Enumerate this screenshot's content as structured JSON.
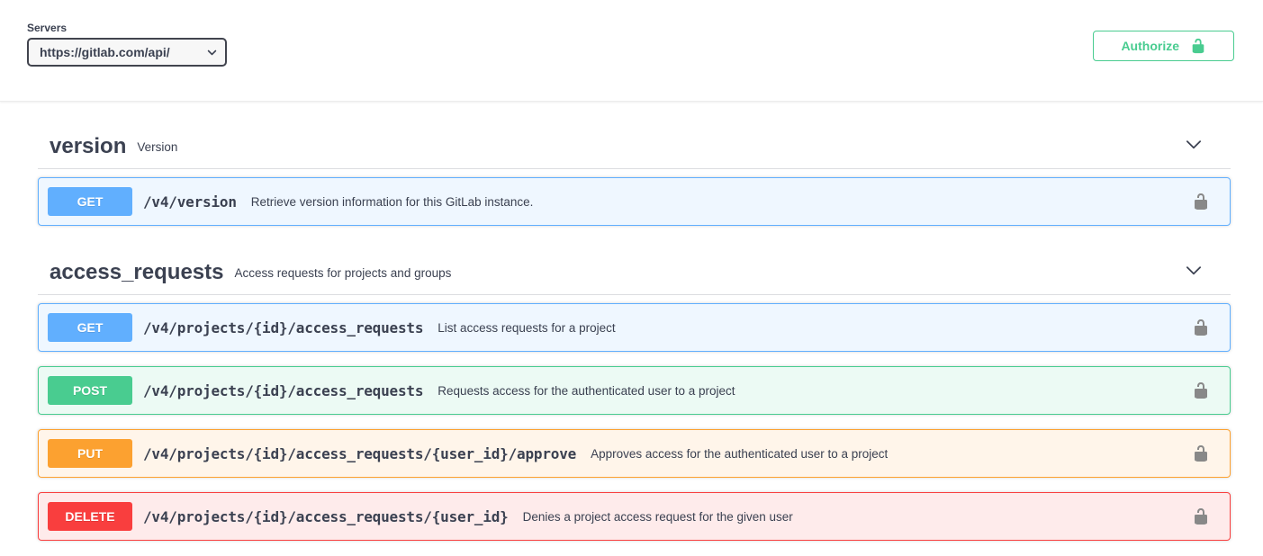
{
  "servers": {
    "label": "Servers",
    "selected_url": "https://gitlab.com/api/"
  },
  "authorize": {
    "label": "Authorize"
  },
  "colors": {
    "get": "#61affe",
    "post": "#49cc90",
    "put": "#fca130",
    "delete": "#f93e3e",
    "authorize_green": "#49cc90",
    "text": "#3b4151",
    "lock_gray": "#888888"
  },
  "sections": [
    {
      "name": "version",
      "description": "Version",
      "operations": [
        {
          "method": "GET",
          "path": "/v4/version",
          "summary": "Retrieve version information for this GitLab instance."
        }
      ]
    },
    {
      "name": "access_requests",
      "description": "Access requests for projects and groups",
      "operations": [
        {
          "method": "GET",
          "path": "/v4/projects/{id}/access_requests",
          "summary": "List access requests for a project"
        },
        {
          "method": "POST",
          "path": "/v4/projects/{id}/access_requests",
          "summary": "Requests access for the authenticated user to a project"
        },
        {
          "method": "PUT",
          "path": "/v4/projects/{id}/access_requests/{user_id}/approve",
          "summary": "Approves access for the authenticated user to a project"
        },
        {
          "method": "DELETE",
          "path": "/v4/projects/{id}/access_requests/{user_id}",
          "summary": "Denies a project access request for the given user"
        }
      ]
    }
  ]
}
